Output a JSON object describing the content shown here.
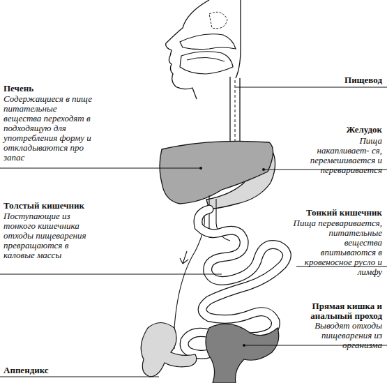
{
  "diagram": {
    "labels": [
      "Пищевод",
      "Печень",
      "Содержащиеся в пище питательные вещества переходят в подходящую для употребления форму и откладываются про запас",
      "Желудок",
      "Пища накапливает- ся, перемешивается и переваривается",
      "Тонкий кишечник",
      "Пища переваривается, питательные вещества впитываются в кровеносное русло и лимфу",
      "Толстый кишечник",
      "Поступающие из тонкого кишечника отходы пищеварения превращаются в каловые массы",
      "Прямая кишка и анальный проход",
      "Выводят отходы пищеварения из организма",
      "Аппендикс"
    ]
  }
}
